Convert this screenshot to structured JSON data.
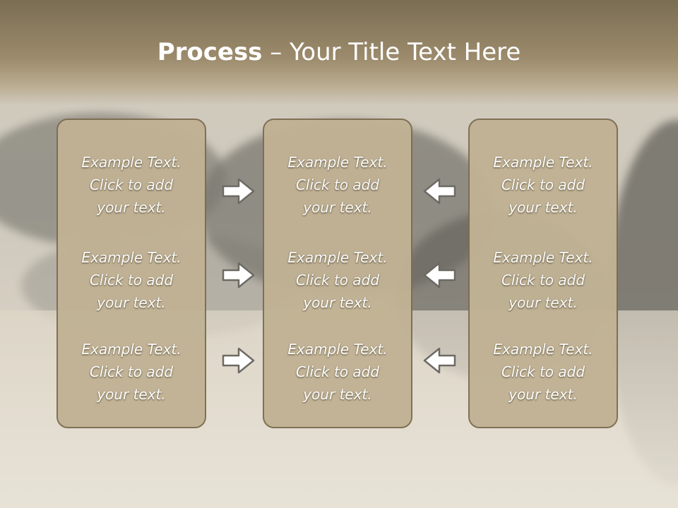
{
  "title": {
    "bold": "Process",
    "rest": " – Your Title Text Here"
  },
  "columns": [
    {
      "items": [
        {
          "line1": "Example Text.",
          "line2": "Click  to add",
          "line3": "your text."
        },
        {
          "line1": "Example Text.",
          "line2": "Click  to add",
          "line3": "your text."
        },
        {
          "line1": "Example Text.",
          "line2": "Click  to add",
          "line3": "your text."
        }
      ]
    },
    {
      "items": [
        {
          "line1": "Example Text.",
          "line2": "Click  to add",
          "line3": "your text."
        },
        {
          "line1": "Example Text.",
          "line2": "Click  to add",
          "line3": "your text."
        },
        {
          "line1": "Example Text.",
          "line2": "Click  to add",
          "line3": "your text."
        }
      ]
    },
    {
      "items": [
        {
          "line1": "Example Text.",
          "line2": "Click  to add",
          "line3": "your text."
        },
        {
          "line1": "Example Text.",
          "line2": "Click  to add",
          "line3": "your text."
        },
        {
          "line1": "Example Text.",
          "line2": "Click  to add",
          "line3": "your text."
        }
      ]
    }
  ],
  "arrows": {
    "left_group": "right-arrow-icon",
    "right_group": "left-arrow-icon"
  },
  "colors": {
    "box_fill": "#c1b294",
    "box_border": "#7d6d51",
    "header": "#8f7f61",
    "text": "#ffffff"
  }
}
